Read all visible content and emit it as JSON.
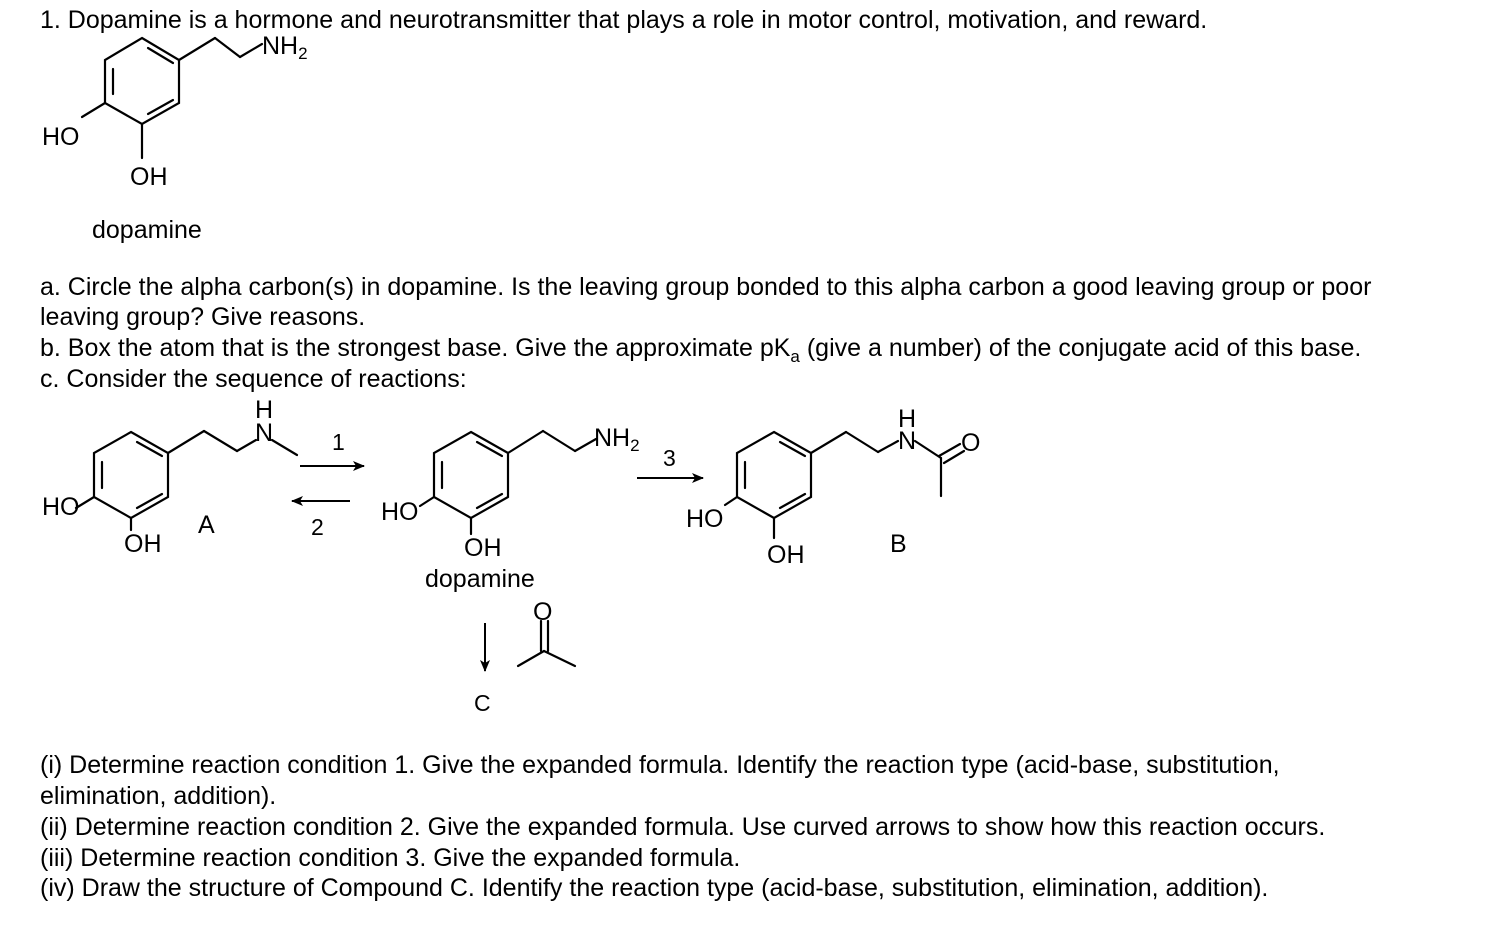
{
  "question": {
    "intro": "1. Dopamine is a hormone and neurotransmitter that plays a role in motor control, motivation, and reward.",
    "part_a_line1": "a. Circle the alpha carbon(s) in dopamine. Is the leaving group bonded to this alpha carbon a good leaving group or poor",
    "part_a_line2": "leaving group? Give reasons.",
    "part_b_before": "b. Box the atom that is the strongest base. Give the approximate pK",
    "part_b_sub": "a",
    "part_b_after": " (give a number) of the conjugate acid of this base.",
    "part_c": "c. Consider the sequence of reactions:"
  },
  "structures": {
    "dopamine_top": {
      "nh2": "NH",
      "nh2_sub": "2",
      "ho": "HO",
      "oh": "OH",
      "caption": "dopamine"
    },
    "compound_a": {
      "h": "H",
      "n": "N",
      "ho": "HO",
      "oh": "OH",
      "label": "A"
    },
    "dopamine_middle": {
      "nh2": "NH",
      "nh2_sub": "2",
      "ho": "HO",
      "oh": "OH",
      "caption": "dopamine"
    },
    "compound_b": {
      "h": "H",
      "n": "N",
      "o": "O",
      "ho": "HO",
      "oh": "OH",
      "label": "B"
    },
    "acetone": {
      "o": "O"
    },
    "compound_c": {
      "label": "C"
    },
    "arrows": {
      "step1": "1",
      "step2": "2",
      "step3": "3"
    }
  },
  "subquestions": {
    "i_line1": "(i) Determine reaction condition 1. Give the expanded formula. Identify the reaction type (acid-base, substitution,",
    "i_line2": "elimination, addition).",
    "ii": "(ii) Determine reaction condition 2. Give the expanded formula. Use curved arrows to show how this reaction occurs.",
    "iii": "(iii) Determine reaction condition 3. Give the expanded formula.",
    "iv": "(iv) Draw the structure of Compound C. Identify the reaction type (acid-base, substitution, elimination, addition)."
  }
}
